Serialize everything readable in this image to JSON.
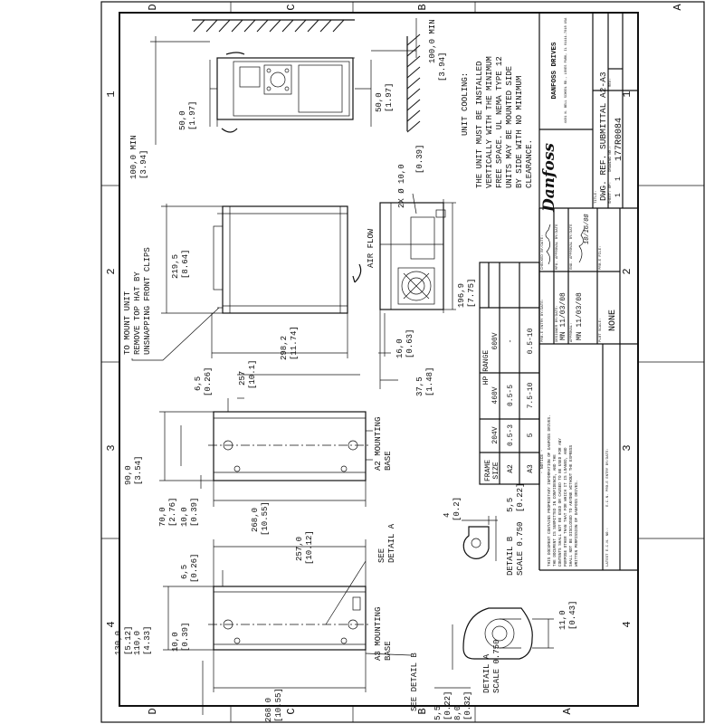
{
  "zones": {
    "top": [
      "D",
      "C",
      "B",
      "A"
    ],
    "left": [
      "1",
      "2",
      "3",
      "4"
    ],
    "bottom": [
      "D",
      "C",
      "B",
      "A"
    ],
    "right": [
      "1",
      "2",
      "3",
      "4"
    ]
  },
  "title_block": {
    "company_logo": "Danfoss",
    "company_name": "DANFOSS DRIVES",
    "company_address": "4401 N. BELL SCHOOL RD., LOVES PARK, IL 61111-7018 USA",
    "title_label": "TITLE:",
    "title": "DWG. REF. SUBMITTAL  A2-A3",
    "sheet_label": "SHEET:",
    "of_label": "OF:",
    "sheet_no": "1",
    "sheet_of": "1",
    "drawing_no_label": "DRAWING NO.:",
    "drawing_no": "177R0084",
    "rev_label": "REV:",
    "checked_label": "CHECKED BY/DATE:",
    "mfg_label": "MFG. APPROVAL BY/DATE",
    "eng_label": "ENG. APPROVAL BY/DATE",
    "signature_date": "10/16/08",
    "pro_e_entry_label": "PRO-E ENTRY BY/DATE:",
    "designed_label": "DESIGNER BY/DATE:",
    "designed_value": "MN  11/03/08",
    "approval_label": "APPROVAL:",
    "approval_value": "MN  11/03/08",
    "pro_e_file_label": "PRO-E FILE:",
    "plot_scale_label": "PLOT SCALE:",
    "plot_scale": "NONE",
    "latest_ecn_label": "LATEST E.C.N. NO.:",
    "ecn_entry_label": "E.C.N. PRO-E ENTRY BY/DATE:"
  },
  "notice": {
    "heading": "- NOTICE -",
    "lines": [
      "THIS DOCUMENT CONTAINS PROPRIETARY INFORMATION OF DANFOSS DRIVES.",
      "THE DOCUMENT IS SUBMITTED IN CONFIDENCE, AND THE",
      "CONTENTS SHALL NOT BE USED OR CAUSED TO BE USED FOR ANY",
      "PURPOSE OTHER THAN THAT FOR WHICH IT IS LOANED, AND",
      "SHALL NOT BE DISCLOSED TO ANYONE WITHOUT THE EXPRESS",
      "WRITTEN PERMISSION OF DANFOSS DRIVES."
    ]
  },
  "cooling_note": {
    "heading": "UNIT COOLING:",
    "lines": [
      "THE UNIT MUST BE INSTALLED",
      "VERTICALLY WITH THE MINIMUM",
      "FREE SPACE.  UL NEMA TYPE 12",
      "UNITS MAY BE MOUNTED SIDE",
      "BY SIDE WITH NO MINIMUM",
      "CLEARANCE."
    ]
  },
  "mount_note": {
    "lines": [
      "TO MOUNT UNIT",
      "REMOVE TOP HAT BY",
      "UNSNAPPING FRONT CLIPS"
    ]
  },
  "hp_table": {
    "title": "HP RANGE",
    "frame_header": [
      "FRAME",
      "SIZE"
    ],
    "voltages": [
      "204V",
      "460V",
      "600V"
    ],
    "rows": [
      {
        "frame": "A2",
        "values": [
          "0.5-3",
          "0.5-5",
          "-"
        ]
      },
      {
        "frame": "A3",
        "values": [
          "5",
          "7.5-10",
          "0.5-10"
        ]
      }
    ]
  },
  "labels": {
    "air_flow": "AIR FLOW",
    "holes": "2X Ø 10,0",
    "holes_in": "[0.39]",
    "a2_mounting_base": [
      "A2 MOUNTING",
      "BASE"
    ],
    "a3_mounting_base": [
      "A3 MOUNTING",
      "BASE"
    ],
    "see_detail_a": [
      "SEE",
      "DETAIL  A"
    ],
    "see_detail_b": "SEE DETAIL  B",
    "detail_a": [
      "DETAIL  A",
      "SCALE  0.750"
    ],
    "detail_b": [
      "DETAIL  B",
      "SCALE  0.750"
    ]
  },
  "dimensions": {
    "clear_top": [
      "100,0  MIN",
      "[3.94]"
    ],
    "clear_top2": [
      "100,0  MIN",
      "[3.94]"
    ],
    "d50_left": [
      "50,0",
      "[1.97]"
    ],
    "d50_right": [
      "50,0",
      "[1.97]"
    ],
    "d219": [
      "219,5",
      "[8.64]"
    ],
    "d298": [
      "298,2",
      "[11.74]"
    ],
    "d196": [
      "196,9",
      "[7.75]"
    ],
    "d16": [
      "16,0",
      "[0.63]"
    ],
    "d37": [
      "37,5",
      "[1.48]"
    ],
    "d257_a2": [
      "257",
      "[10.1]"
    ],
    "d6_5_a2": [
      "6,5",
      "[0.26]"
    ],
    "d90": [
      "90,0",
      "[3.54]"
    ],
    "d70": [
      "70,0",
      "[2.76]"
    ],
    "d10_a2": [
      "10,0",
      "[0.39]"
    ],
    "d268_a2": [
      "268,0",
      "[10.55]"
    ],
    "d257_a3": [
      "257,0",
      "[10.12]"
    ],
    "d6_5_a3": [
      "6,5",
      "[0.26]"
    ],
    "d130": [
      "130,0",
      "[5.12]"
    ],
    "d110": [
      "110,0",
      "[4.33]"
    ],
    "d10_a3": [
      "10,0",
      "[0.39]"
    ],
    "d268_a3": [
      "268,0",
      "[10.55]"
    ],
    "d4": [
      "4",
      "[0.2]"
    ],
    "d5_5_b": [
      "5,5",
      "[0.22]"
    ],
    "d11": [
      "11,0",
      "[0.43]"
    ],
    "d8": [
      "8,0",
      "[0.32]"
    ],
    "d5_5_a": [
      "5,5",
      "[0.22]"
    ]
  }
}
